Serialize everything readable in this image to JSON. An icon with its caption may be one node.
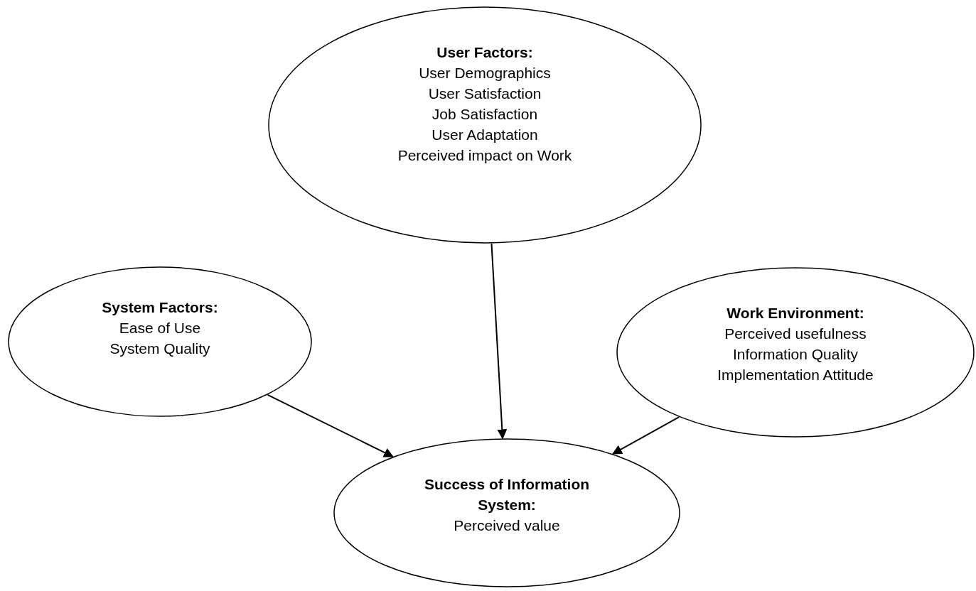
{
  "diagram": {
    "nodes": [
      {
        "text": [
          "User Factors:",
          "User Demographics",
          "User Satisfaction",
          "Job Satisfaction",
          "User Adaptation",
          "Perceived impact on Work"
        ]
      },
      {
        "text": [
          "System Factors:",
          "Ease of Use",
          "System Quality"
        ]
      },
      {
        "text": [
          "Work Environment:",
          "Perceived usefulness",
          "Information Quality",
          "Implementation Attitude"
        ]
      },
      {
        "text": [
          "Success of Information System:",
          "Perceived value"
        ]
      }
    ],
    "edges": [
      {
        "from": 0,
        "to": 3,
        "arrow": "to"
      },
      {
        "from": 1,
        "to": 3,
        "arrow": "to"
      },
      {
        "from": 2,
        "to": 3,
        "arrow": "to"
      }
    ]
  }
}
